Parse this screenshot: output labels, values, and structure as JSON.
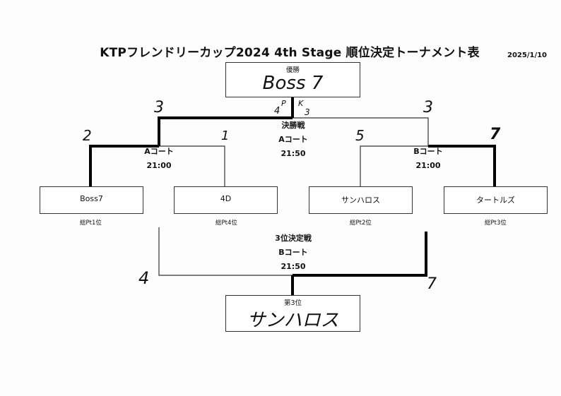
{
  "header": {
    "title": "KTPフレンドリーカップ2024 4th Stage 順位決定トーナメント表",
    "date": "2025/1/10"
  },
  "champion": {
    "label": "優勝",
    "handwritten": "Boss 7"
  },
  "third_place": {
    "label": "第3位",
    "handwritten": "サンハロス"
  },
  "teams": [
    {
      "name": "Boss7",
      "rank": "総Pt1位"
    },
    {
      "name": "4D",
      "rank": "総Pt4位"
    },
    {
      "name": "サンハロス",
      "rank": "総Pt2位"
    },
    {
      "name": "タートルズ",
      "rank": "総Pt3位"
    }
  ],
  "matches": {
    "semi_a": {
      "court": "Aコート",
      "time": "21:00"
    },
    "semi_b": {
      "court": "Bコート",
      "time": "21:00"
    },
    "final": {
      "name": "決勝戦",
      "court": "Aコート",
      "time": "21:50"
    },
    "third": {
      "name": "3位決定戦",
      "court": "Bコート",
      "time": "21:50"
    }
  },
  "scores": {
    "semi_a_left": "2",
    "semi_a_right": "1",
    "semi_b_left": "5",
    "semi_b_right": "7",
    "final_left": "3",
    "final_right": "3",
    "pk_left": "4",
    "pk_mark_left": "P",
    "pk_mark_right": "K",
    "pk_right": "3",
    "third_left": "4",
    "third_right": "7"
  }
}
